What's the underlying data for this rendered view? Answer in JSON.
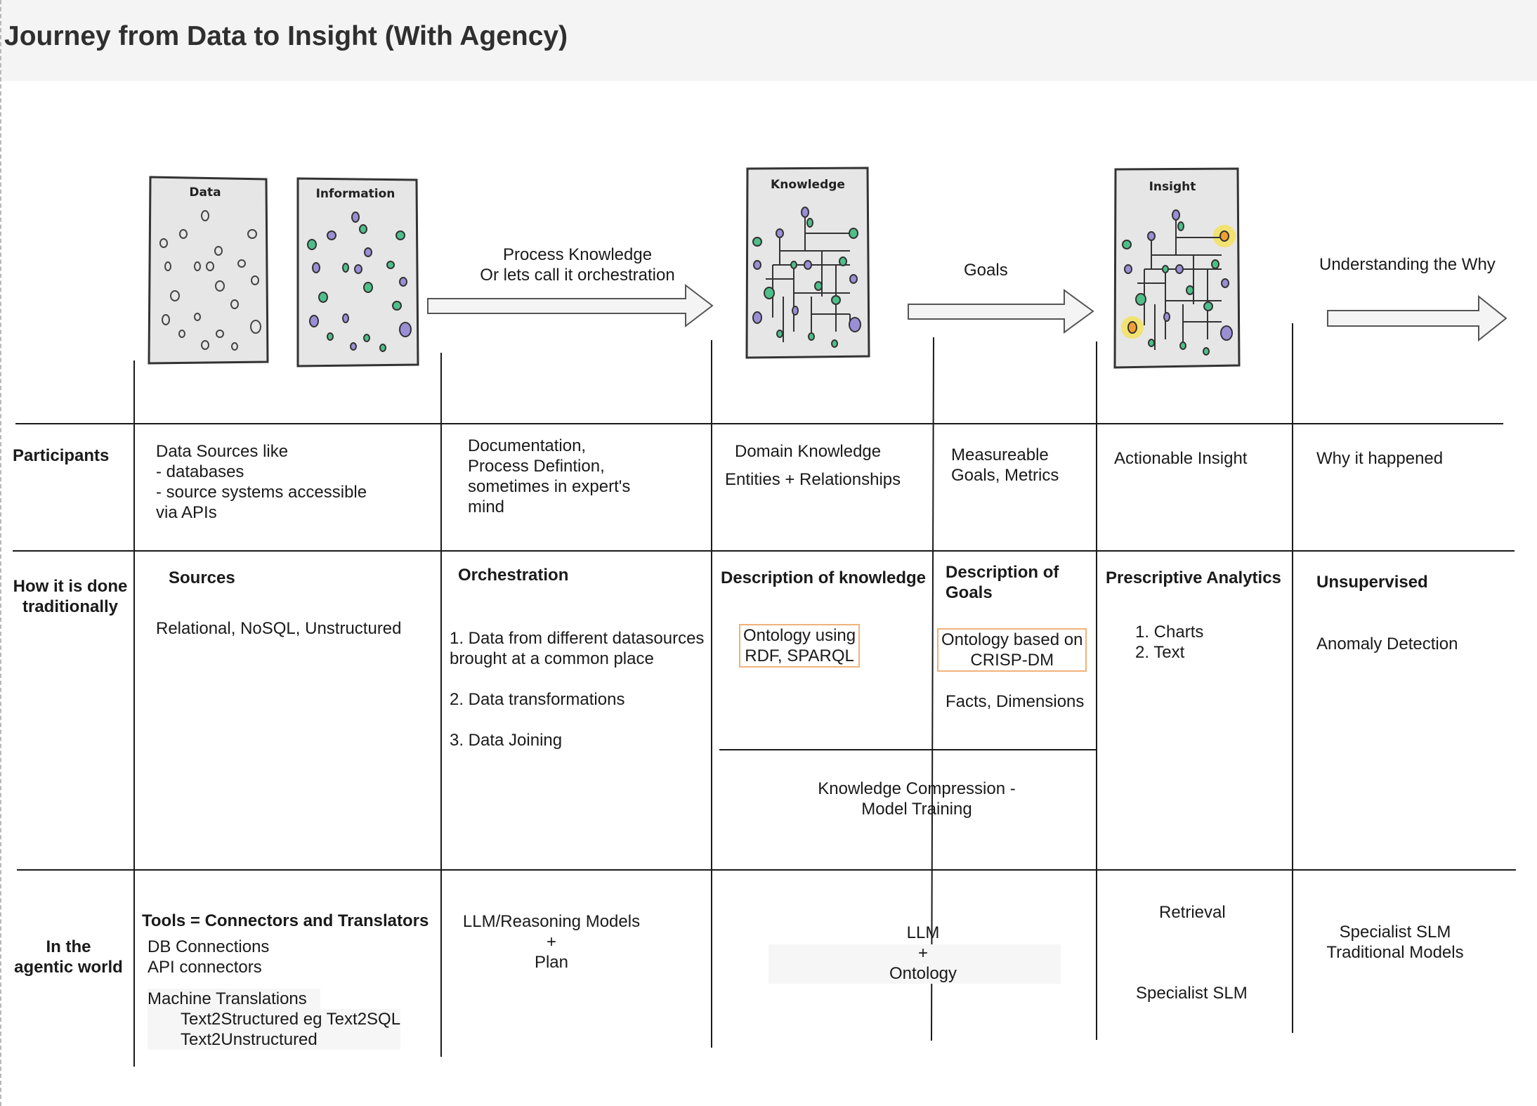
{
  "title": "Journey from Data to Insight (With Agency)",
  "cards": {
    "data": "Data",
    "information": "Information",
    "knowledge": "Knowledge",
    "insight": "Insight"
  },
  "arrows": {
    "process_knowledge": [
      "Process Knowledge",
      "Or lets call it orchestration"
    ],
    "goals": "Goals",
    "why": "Understanding the Why"
  },
  "rows": {
    "participants": "Participants",
    "how": [
      "How it is done",
      "traditionally"
    ],
    "agentic": [
      "In the",
      "agentic world"
    ]
  },
  "participants": {
    "sources": [
      "Data Sources like",
      "- databases",
      "- source systems accessible",
      "via APIs"
    ],
    "process": [
      "Documentation,",
      "Process Defintion,",
      "sometimes in expert's",
      "mind"
    ],
    "knowledge": [
      "Domain Knowledge",
      "Entities + Relationships"
    ],
    "goals": [
      "Measureable",
      "Goals, Metrics"
    ],
    "insight": "Actionable Insight",
    "why": "Why it happened"
  },
  "traditional": {
    "sources": {
      "heading": "Sources",
      "text": "Relational, NoSQL, Unstructured"
    },
    "orchestration": {
      "heading": "Orchestration",
      "items": [
        "1. Data from different datasources",
        "brought at a common place",
        "2. Data transformations",
        "3. Data Joining"
      ]
    },
    "knowledge": {
      "heading": "Description of knowledge",
      "box": [
        "Ontology using",
        "RDF, SPARQL"
      ]
    },
    "goals": {
      "heading": [
        "Description of",
        "Goals"
      ],
      "box": [
        "Ontology based on",
        "CRISP-DM"
      ],
      "text": "Facts, Dimensions"
    },
    "compression": [
      "Knowledge Compression -",
      "Model Training"
    ],
    "prescriptive": {
      "heading": "Prescriptive Analytics",
      "items": [
        "1. Charts",
        "2. Text"
      ]
    },
    "unsupervised": {
      "heading": "Unsupervised",
      "text": "Anomaly Detection"
    }
  },
  "agentic": {
    "tools": {
      "heading": "Tools = Connectors and Translators",
      "lines": [
        "DB Connections",
        "API connectors"
      ],
      "mt": "Machine Translations",
      "mt_items": [
        "Text2Structured eg Text2SQL",
        "Text2Unstructured"
      ]
    },
    "llm_reasoning": [
      "LLM/Reasoning Models",
      "+",
      "Plan"
    ],
    "llm_ontology": [
      "LLM",
      "+",
      "Ontology"
    ],
    "retrieval": "Retrieval",
    "specialist": "Specialist SLM",
    "specialist_traditional": [
      "Specialist SLM",
      "Traditional Models"
    ]
  },
  "colors": {
    "green": "#4fbf8a",
    "purple": "#9a8fd6",
    "highlight": "#f5e04a",
    "box_border": "#f0b27a"
  }
}
